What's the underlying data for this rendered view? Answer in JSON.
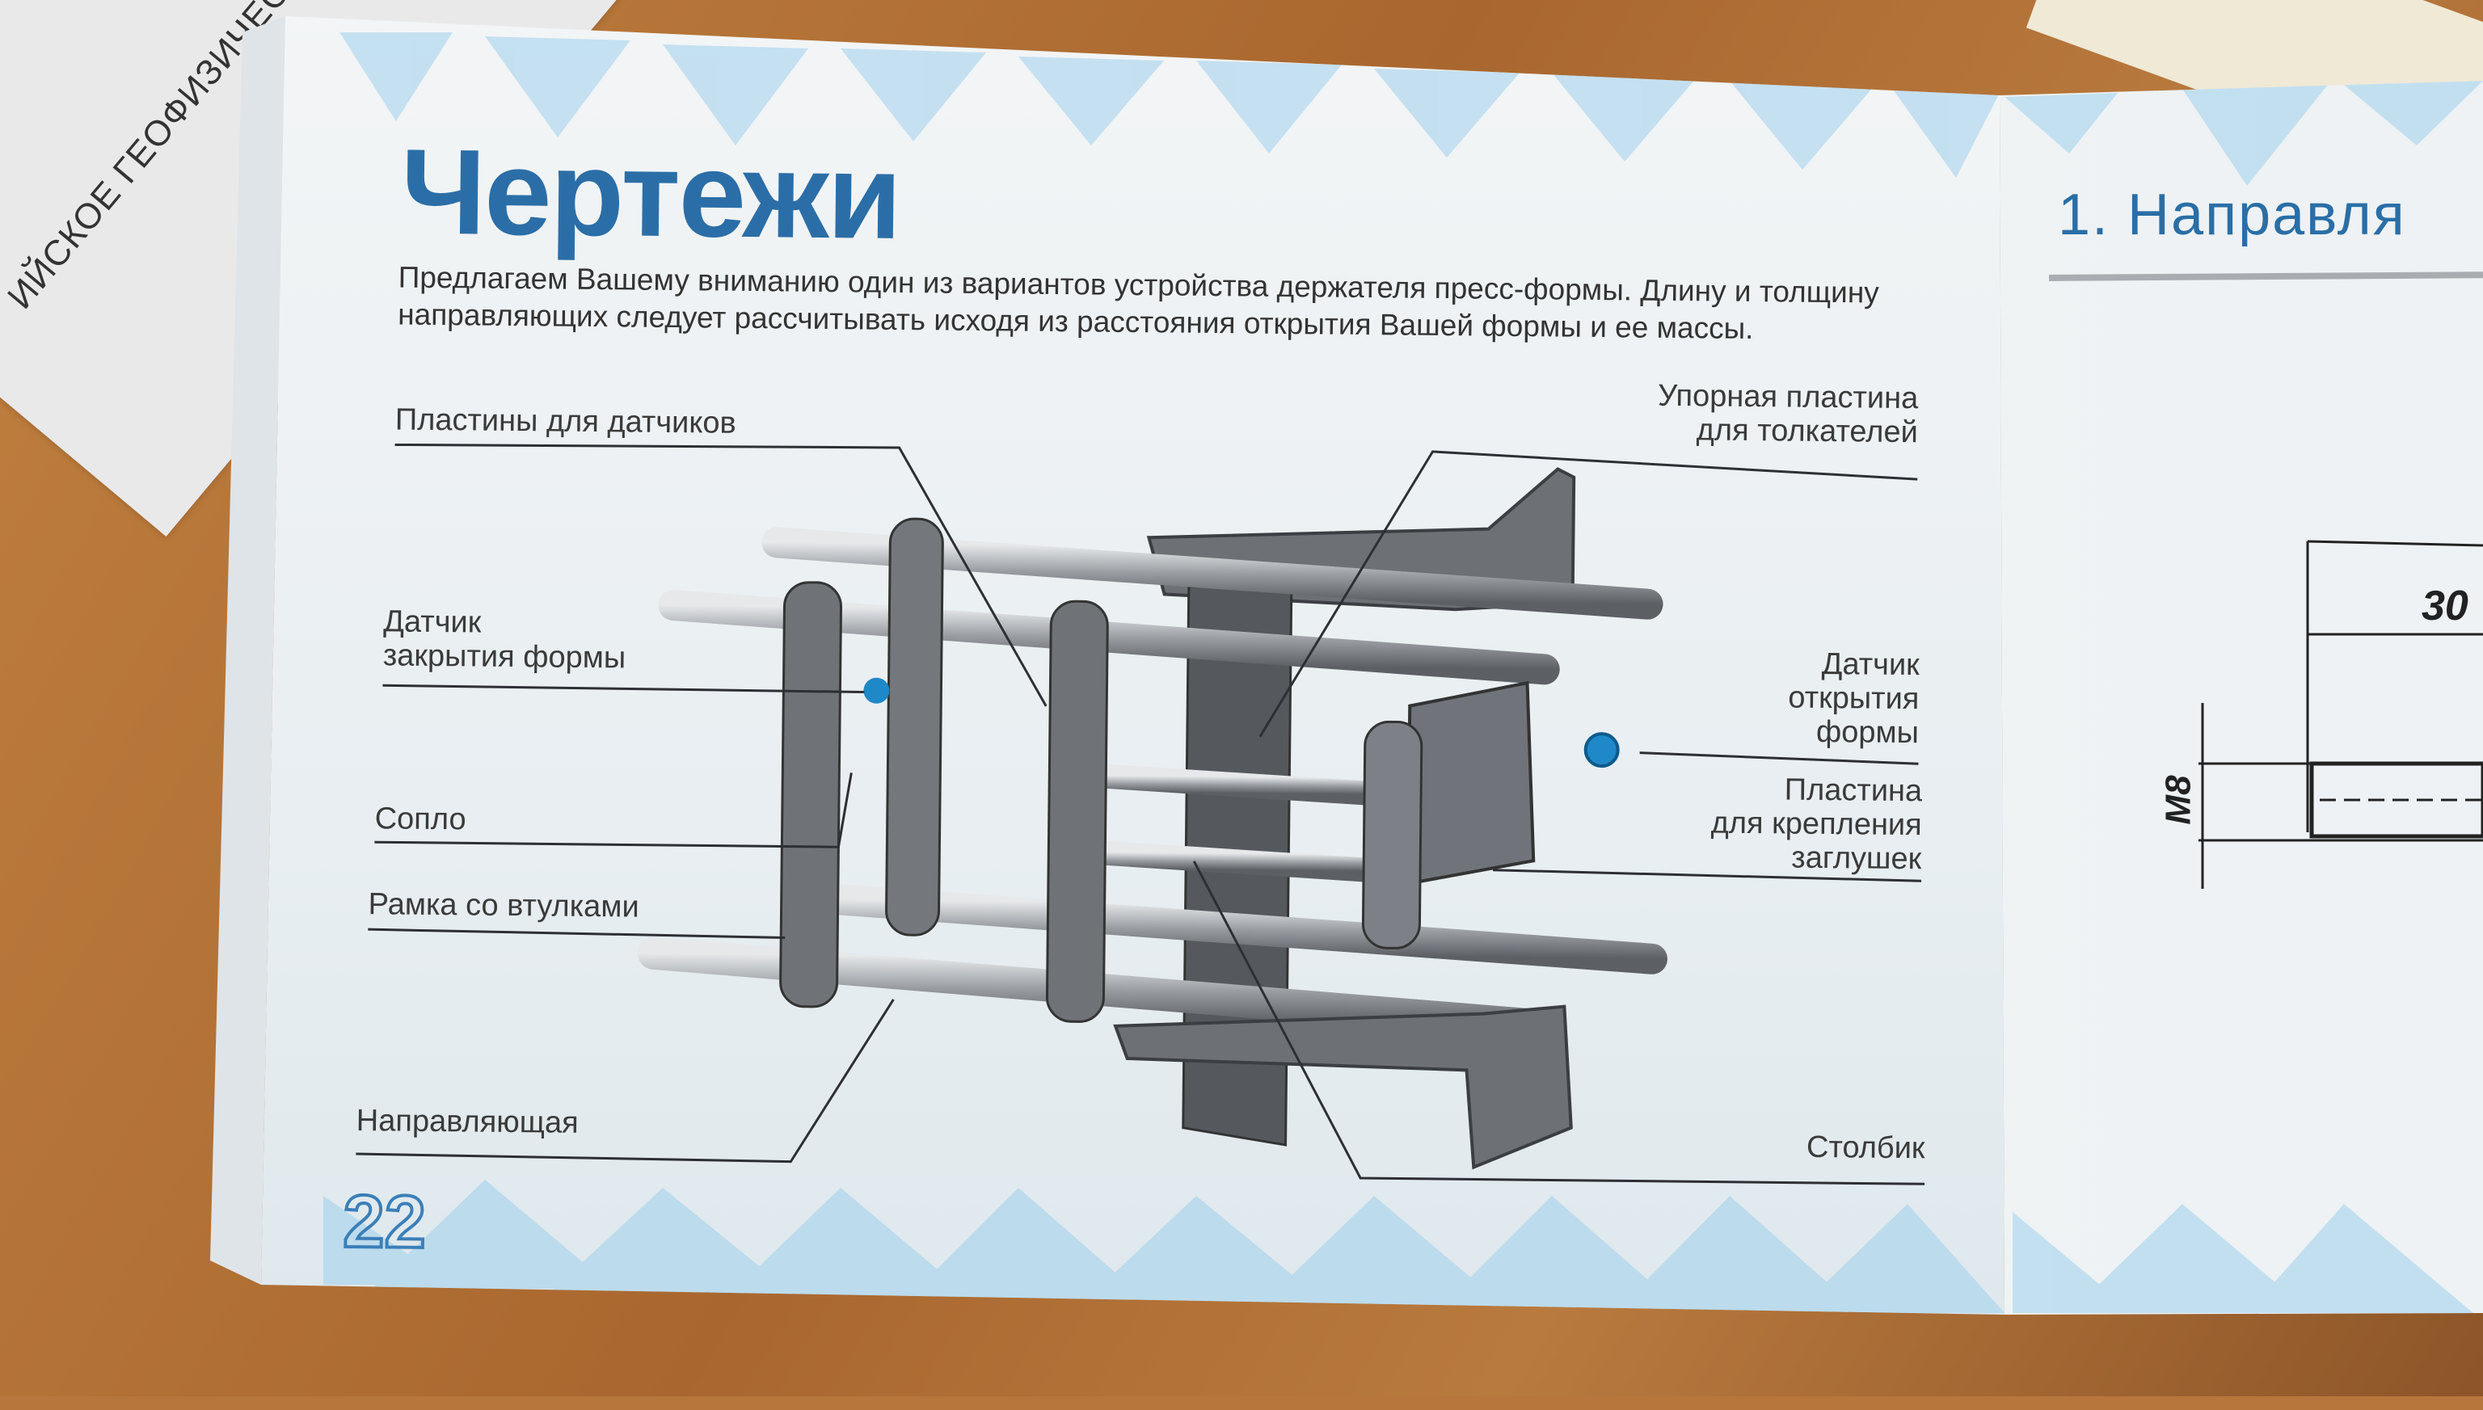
{
  "background_paper": {
    "text": "ИЙСКОЕ ГЕОФИЗИЧЕСКОЕ О"
  },
  "left_page": {
    "title": "Чертежи",
    "paragraph": [
      "Предлагаем Вашему вниманию один из вариантов устройства держателя пресс-формы. Длину и толщину",
      "направляющих следует рассчитывать исходя из расстояния открытия Вашей формы и ее массы."
    ],
    "labels": {
      "sensor_plates": "Пластины для датчиков",
      "pusher_plate": [
        "Упорная пластина",
        "для толкателей"
      ],
      "close_sensor": [
        "Датчик",
        "закрытия формы"
      ],
      "open_sensor": [
        "Датчик",
        "открытия",
        "формы"
      ],
      "nozzle": "Сопло",
      "plug_plate": [
        "Пластина",
        "для крепления",
        "заглушек"
      ],
      "bushing_frame": "Рамка со втулками",
      "guide": "Направляющая",
      "post": "Столбик"
    },
    "page_number": "22"
  },
  "right_page": {
    "title": "1. Направля",
    "dimension_30": "30",
    "dimension_m8": "M8"
  },
  "colors": {
    "title_blue": "#2b6ea7",
    "sensor_blue": "#1e88c8",
    "desk": "#b7763c"
  }
}
